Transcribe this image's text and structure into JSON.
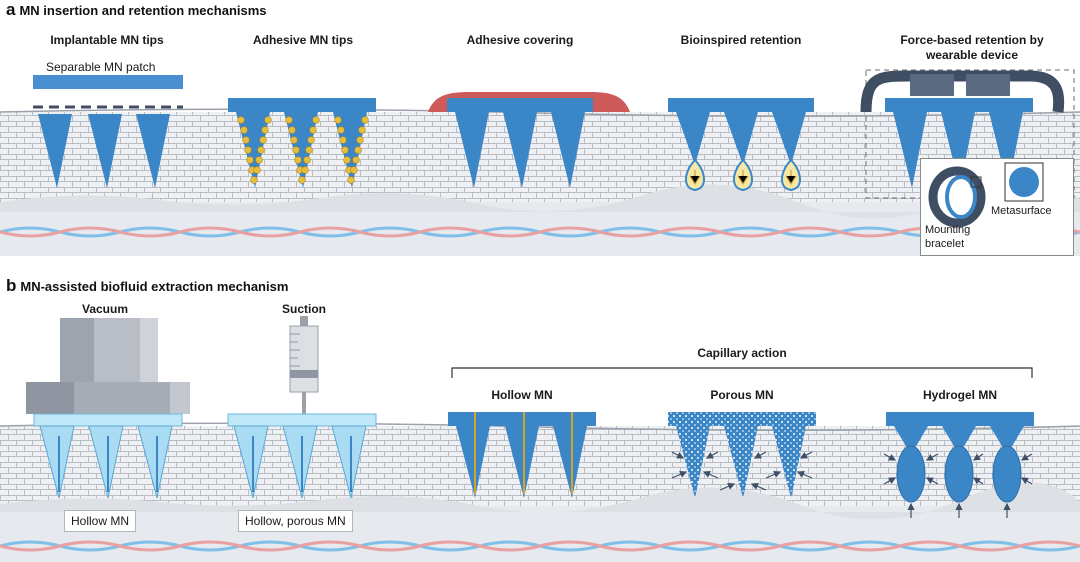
{
  "panel_a": {
    "letter": "a",
    "title": "MN insertion and retention mechanisms",
    "columns": [
      "Implantable MN tips",
      "Adhesive MN tips",
      "Adhesive covering",
      "Bioinspired retention",
      "Force-based retention by wearable device"
    ],
    "separable_label": "Separable MN patch",
    "inset_labels": [
      "Mounting bracelet",
      "Metasurface"
    ]
  },
  "panel_b": {
    "letter": "b",
    "title": "MN-assisted biofluid extraction mechanism",
    "methods": [
      "Vacuum",
      "Suction"
    ],
    "method_captions": [
      "Hollow MN",
      "Hollow, porous MN"
    ],
    "capillary_heading": "Capillary action",
    "capillary_types": [
      "Hollow MN",
      "Porous MN",
      "Hydrogel MN"
    ]
  },
  "colors": {
    "skin_fill": "#eceff2",
    "cell_line": "#b9bec5",
    "mn_blue": "#3b86c6",
    "mn_light": "#a9dcf3",
    "adhesive_red": "#cf5a5a",
    "gold": "#e7bd3c",
    "vessel_blue": "#7fc0e8",
    "vessel_pink": "#e9a0a0"
  }
}
